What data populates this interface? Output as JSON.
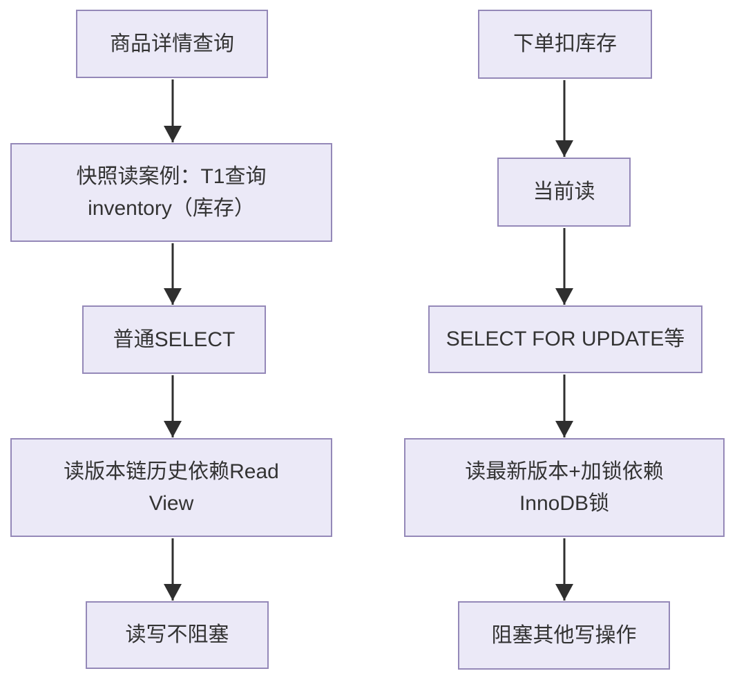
{
  "diagram": {
    "type": "flowchart",
    "direction": "top-down",
    "colors": {
      "node_fill": "#EBE9F7",
      "node_border": "#9488B8",
      "arrow": "#2F2F2F",
      "text": "#333333",
      "background": "#FFFFFF"
    },
    "left_flow": {
      "nodes": [
        {
          "id": "product-detail-query",
          "label": "商品详情查询"
        },
        {
          "id": "snapshot-read-case",
          "label": "快照读案例：T1查询\ninventory（库存）"
        },
        {
          "id": "plain-select",
          "label": "普通SELECT"
        },
        {
          "id": "read-view-dependency",
          "label": "读版本链历史依赖Read\nView"
        },
        {
          "id": "read-write-no-block",
          "label": "读写不阻塞"
        }
      ],
      "edges": [
        "product-detail-query->snapshot-read-case",
        "snapshot-read-case->plain-select",
        "plain-select->read-view-dependency",
        "read-view-dependency->read-write-no-block"
      ]
    },
    "right_flow": {
      "nodes": [
        {
          "id": "order-deduct-stock",
          "label": "下单扣库存"
        },
        {
          "id": "current-read",
          "label": "当前读"
        },
        {
          "id": "select-for-update",
          "label": "SELECT FOR UPDATE等"
        },
        {
          "id": "innodb-lock-dependency",
          "label": "读最新版本+加锁依赖\nInnoDB锁"
        },
        {
          "id": "block-other-writes",
          "label": "阻塞其他写操作"
        }
      ],
      "edges": [
        "order-deduct-stock->current-read",
        "current-read->select-for-update",
        "select-for-update->innodb-lock-dependency",
        "innodb-lock-dependency->block-other-writes"
      ]
    }
  }
}
